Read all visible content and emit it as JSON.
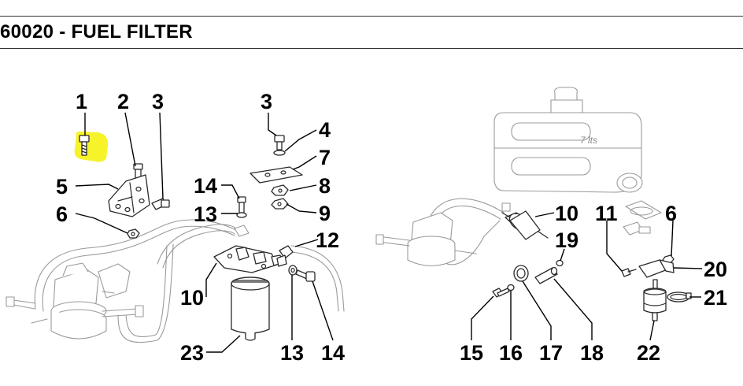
{
  "header": {
    "title": "60020 - FUEL FILTER"
  },
  "highlight_color": "#f6f32a",
  "callouts": {
    "c1": "1",
    "c2": "2",
    "c3a": "3",
    "c3b": "3",
    "c4": "4",
    "c5": "5",
    "c6a": "6",
    "c6b": "6",
    "c7": "7",
    "c8": "8",
    "c9": "9",
    "c10a": "10",
    "c10b": "10",
    "c11": "11",
    "c12": "12",
    "c13a": "13",
    "c13b": "13",
    "c14a": "14",
    "c14b": "14",
    "c15": "15",
    "c16": "16",
    "c17": "17",
    "c18": "18",
    "c19": "19",
    "c20": "20",
    "c21": "21",
    "c22": "22",
    "c23": "23"
  },
  "tank": {
    "capacity_text": "7 lts"
  }
}
